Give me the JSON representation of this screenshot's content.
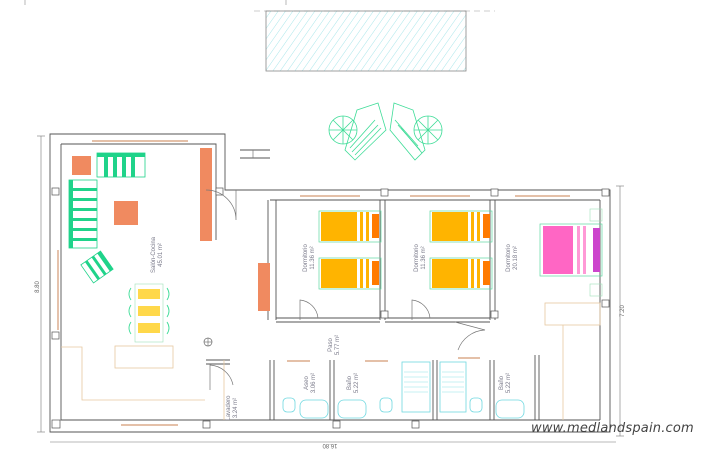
{
  "plan": {
    "rooms": [
      {
        "name": "Salón-Cocina",
        "area": "45.01 m²"
      },
      {
        "name": "Dormitorio",
        "area": "11.36 m²"
      },
      {
        "name": "Dormitorio",
        "area": "11.36 m²"
      },
      {
        "name": "Dormitorio",
        "area": "20.18 m²"
      },
      {
        "name": "Paso",
        "area": "5.77 m²"
      },
      {
        "name": "Aseo",
        "area": "3.06 m²"
      },
      {
        "name": "Baño",
        "area": "5.22 m²"
      },
      {
        "name": "Baño",
        "area": "5.22 m²"
      },
      {
        "name": "Lavadero",
        "area": "3.24 m²"
      }
    ],
    "dimensions": {
      "total_width": "16.80",
      "left_height": "8.80",
      "right_height": "7.20"
    },
    "colors": {
      "wall": "#555555",
      "sofa_green": "#1fd38a",
      "table_salmon": "#f08a60",
      "bed_yellow": "#ffb400",
      "bed_orange": "#ff7a00",
      "bed_pink": "#ff66c4",
      "bed_purple": "#cc44cc",
      "pool_hatch": "#9fe3e8",
      "sanitary_cyan": "#6fd8e0",
      "window_tan": "#e0b58a"
    }
  },
  "watermark": "www.medlandspain.com"
}
